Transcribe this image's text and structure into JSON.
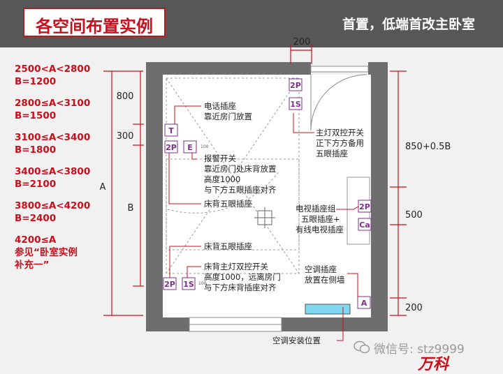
{
  "header": {
    "title": "各空间布置实例",
    "subtitle": "首置，低端首改主卧室"
  },
  "legend": [
    {
      "text": "2500<A<2800\nB=1200"
    },
    {
      "text": "2800≤A<3100\nB=1500"
    },
    {
      "text": "3100≤A<3400\nB=1800"
    },
    {
      "text": "3400≤A<3800\nB=2100"
    },
    {
      "text": "3800≤A<4200\nB=2400"
    },
    {
      "text": "4200≤A\n参见“卧室实例\n补充一”"
    }
  ],
  "dimensions": {
    "top_door": "200",
    "left_800": "800",
    "left_300": "300",
    "left_a": "A",
    "left_b": "B",
    "right_850": "850+0.5B",
    "right_500": "500",
    "right_200": "200"
  },
  "annotations": {
    "phone_socket": [
      "电话插座",
      "靠近房门放置"
    ],
    "main_switch": [
      "主灯双控开关",
      "正下方方备用",
      "五眼插座"
    ],
    "alarm_switch": [
      "报警开关",
      "靠近房门处床背放置",
      "高度1000",
      "与下方五眼插座对齐"
    ],
    "bed_socket_upper": [
      "床背五眼插座"
    ],
    "tv_group": [
      "电视插座组",
      "五眼插座+",
      "有线电视插座"
    ],
    "bed_socket_lower": [
      "床背五眼插座"
    ],
    "bed_switch": [
      "床背主灯双控开关",
      "高度1000，远离房门",
      "与下方床背插座对齐"
    ],
    "ac_socket": [
      "空调插座",
      "放置在侧墙"
    ],
    "ac_position": [
      "空调安装位置"
    ]
  },
  "symbols": {
    "s2p_top": "2P",
    "s1s_top": "1S",
    "tel": "T",
    "s2p_mid": "2P",
    "e": "E",
    "s100_mid": "100",
    "s2p_tv": "2P",
    "ca": "Ca",
    "s2p_bot": "2P",
    "s1s_bot": "1S",
    "s100_bot": "100",
    "a": "A"
  },
  "footer": {
    "watermark": "微信号: stz9999",
    "logo": "万科"
  },
  "colors": {
    "accent": "#c8101d",
    "header_bg": "#575757",
    "wall": "#6e6e6e",
    "symbol": "#7a2f8a",
    "ac_unit": "#7fd8f0"
  }
}
